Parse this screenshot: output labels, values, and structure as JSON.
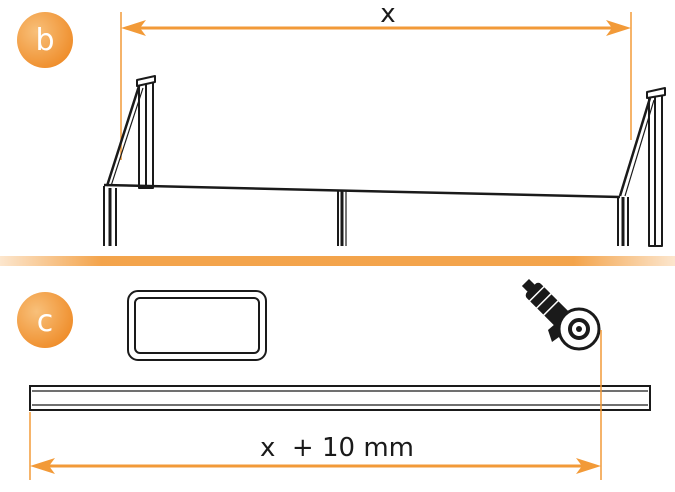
{
  "panel_b": {
    "step_label": "b",
    "dimension_label": "x"
  },
  "panel_c": {
    "step_label": "c",
    "dimension_label": "x  + 10 mm"
  },
  "colors": {
    "accent": "#F29A38",
    "badge_light": "#F6B25E",
    "line": "#1a1a1a",
    "dimension": "#F29A38"
  },
  "icons": {
    "tube_profile": "rectangular-tube-profile-icon",
    "cutter": "angle-grinder-icon"
  }
}
